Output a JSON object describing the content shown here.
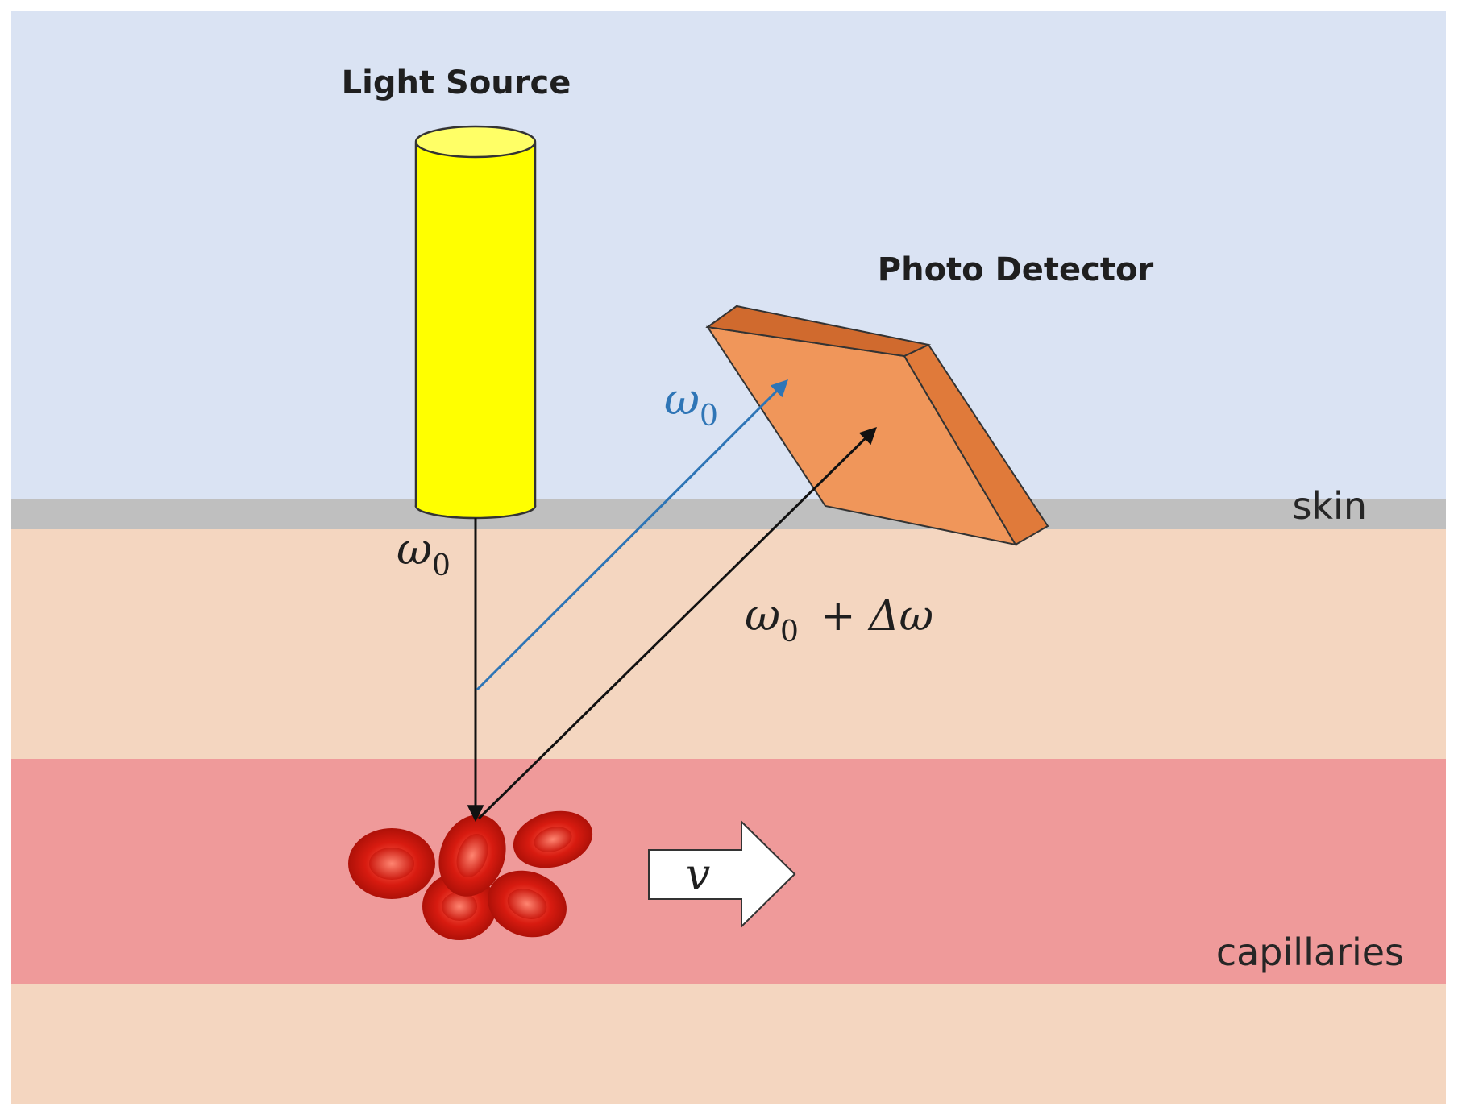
{
  "labels": {
    "light_source": "Light Source",
    "photo_detector": "Photo Detector",
    "skin": "skin",
    "capillaries": "capillaries",
    "incident_omega": "ω",
    "incident_sub": "0",
    "reflected_omega": "ω",
    "reflected_sub": "0",
    "shifted_omega": "ω",
    "shifted_sub": "0",
    "shifted_rest": "+ Δω",
    "velocity": "v"
  },
  "colors": {
    "air": "#dae3f3",
    "skin_line": "#bfbfbf",
    "tissue": "#f4d6c0",
    "capillaries": "#ef9a9a",
    "light_source_fill": "#ffff00",
    "light_source_top": "#ffff66",
    "detector_face": "#f0965a",
    "detector_side": "#e07a3a",
    "blue_ray": "#2e75b6",
    "black_ray": "#111111",
    "blood_cell": "#e02418"
  }
}
